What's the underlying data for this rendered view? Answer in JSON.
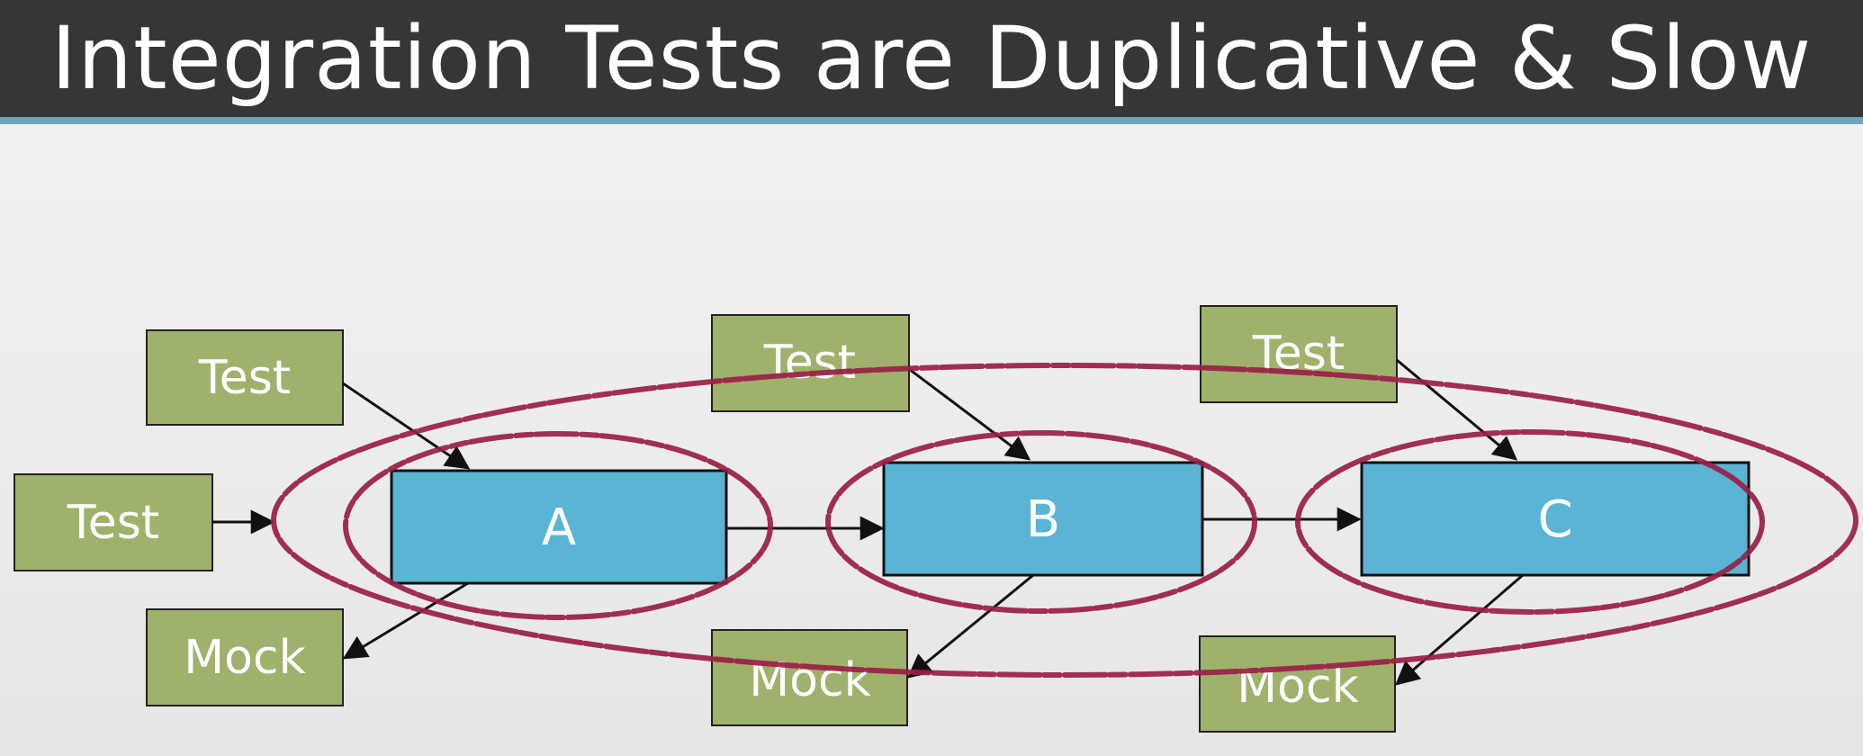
{
  "title": "Integration Tests are Duplicative & Slow",
  "colors": {
    "title_bar": "#363537",
    "title_underline": "#6fa3bd",
    "component_fill": "#5ab4d4",
    "test_mock_fill": "#9fb26c",
    "ellipse_stroke": "#9a1f45"
  },
  "components": [
    {
      "id": "A",
      "label": "A"
    },
    {
      "id": "B",
      "label": "B"
    },
    {
      "id": "C",
      "label": "C"
    }
  ],
  "tests": [
    {
      "id": "test-a-top",
      "label": "Test"
    },
    {
      "id": "test-a-left",
      "label": "Test"
    },
    {
      "id": "test-b-top",
      "label": "Test"
    },
    {
      "id": "test-c-top",
      "label": "Test"
    }
  ],
  "mocks": [
    {
      "id": "mock-a",
      "label": "Mock"
    },
    {
      "id": "mock-b",
      "label": "Mock"
    },
    {
      "id": "mock-c",
      "label": "Mock"
    }
  ]
}
